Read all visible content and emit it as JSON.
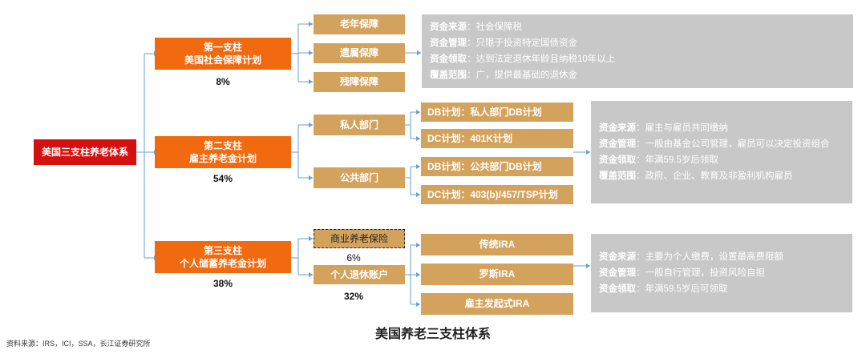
{
  "root": {
    "label": "美国三支柱养老体系"
  },
  "pillars": [
    {
      "name": "第一支柱",
      "plan": "美国社会保障计划",
      "share": "8%"
    },
    {
      "name": "第二支柱",
      "plan": "雇主养老金计划",
      "share": "54%"
    },
    {
      "name": "第三支柱",
      "plan": "个人储蓄养老金计划",
      "share": "38%"
    }
  ],
  "pillar1": {
    "items": [
      "老年保障",
      "遗属保障",
      "残障保障"
    ],
    "info": [
      {
        "key": "资金来源",
        "value": "：社会保障税"
      },
      {
        "key": "资金管理",
        "value": "：只限于投资特定国债资金"
      },
      {
        "key": "资金领取",
        "value": "：达到法定退休年龄且纳税10年以上"
      },
      {
        "key": "覆盖范围",
        "value": "：广，提供最基础的退休金"
      }
    ]
  },
  "pillar2": {
    "sectors": [
      "私人部门",
      "公共部门"
    ],
    "plans": [
      "DB计划：私人部门DB计划",
      "DC计划：401K计划",
      "DB计划：公共部门DB计划",
      "DC计划：403(b)/457/TSP计划"
    ],
    "info": [
      {
        "key": "资金来源",
        "value": "：雇主与雇员共同缴纳"
      },
      {
        "key": "资金管理",
        "value": "：一般由基金公司管理，雇员可以决定投资组合"
      },
      {
        "key": "资金领取",
        "value": "：年满59.5岁后领取"
      },
      {
        "key": "覆盖范围",
        "value": "：政府、企业、教育及非盈利机构雇员"
      }
    ]
  },
  "pillar3": {
    "commercial": {
      "label": "商业养老保险",
      "share": "6%"
    },
    "ira": {
      "label": "个人退休账户",
      "share": "32%"
    },
    "ira_types": [
      "传统IRA",
      "罗斯IRA",
      "雇主发起式IRA"
    ],
    "info": [
      {
        "key": "资金来源",
        "value": "：主要为个人缴费，设置最高费限额"
      },
      {
        "key": "资金管理",
        "value": "：一般自行管理，投资风险自担"
      },
      {
        "key": "资金领取",
        "value": "：年满59.5岁后可领取"
      }
    ]
  },
  "caption": "美国养老三支柱体系",
  "source": "资料来源：IRS，ICI，SSA，长江证券研究所",
  "colors": {
    "root": "#d60f0f",
    "pillar": "#f26a10",
    "gold": "#d3a35d",
    "info": "#c8c8c8",
    "line": "#6a9fd4"
  }
}
